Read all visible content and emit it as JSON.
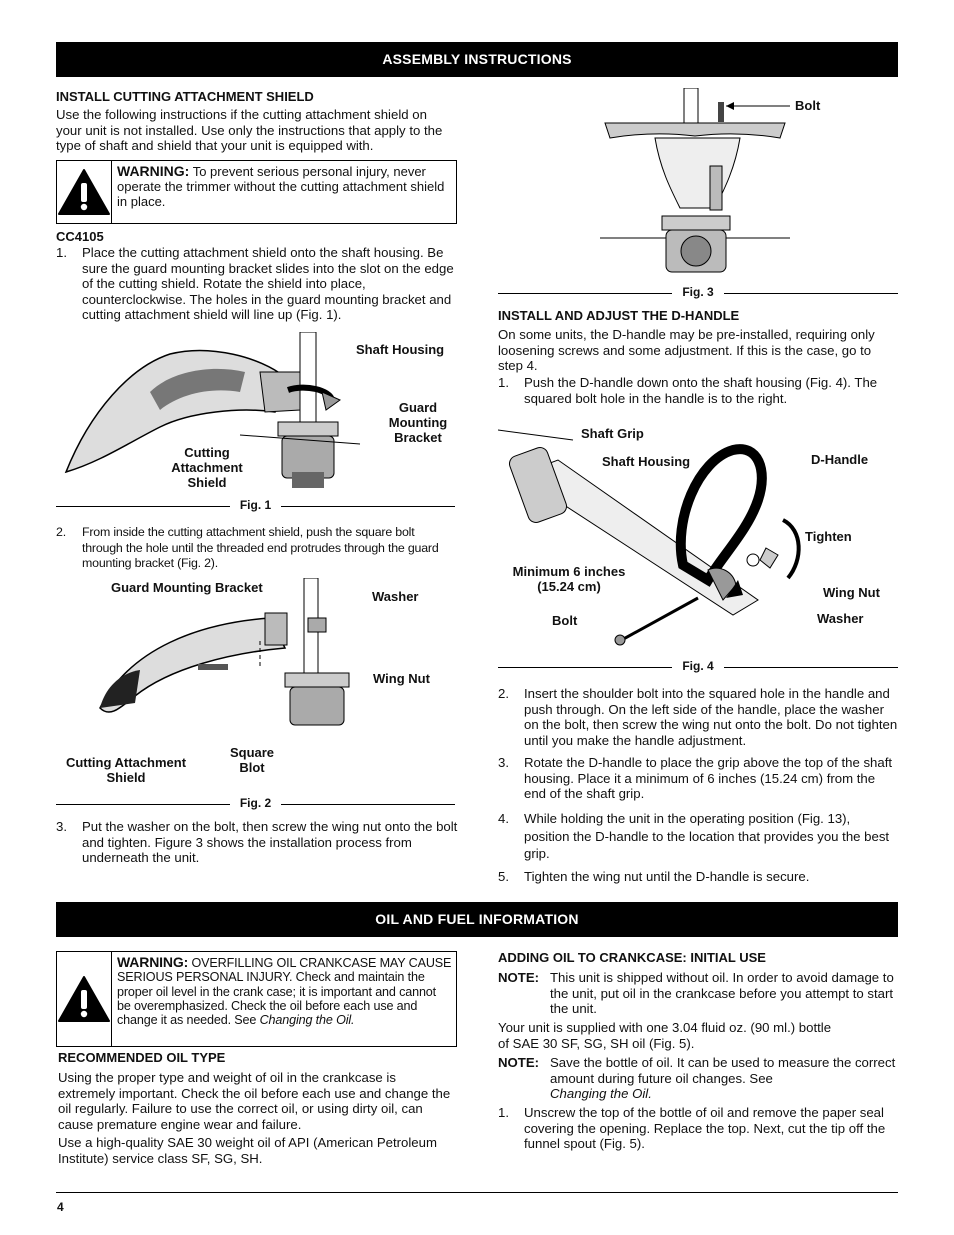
{
  "assembly_header": "ASSEMBLY INSTRUCTIONS",
  "shield": {
    "heading": "INSTALL CUTTING ATTACHMENT SHIELD",
    "intro": "Use the following instructions if the cutting attachment shield on your unit is not installed. Use only the instructions that apply to the type of shaft and shield that your unit is equipped with.",
    "warning_label": "WARNING:",
    "warning_text": "To prevent serious personal injury, never operate the trimmer without the cutting attachment shield in place.",
    "model": "CC4105",
    "steps": [
      {
        "num": "1.",
        "text": "Place the cutting attachment shield onto the shaft housing. Be sure the guard mounting bracket slides into the slot on the edge of the cutting shield. Rotate the shield into place, counterclockwise. The holes in the guard mounting bracket and cutting attachment shield will line up (Fig. 1)."
      },
      {
        "num": "2.",
        "text": "From inside the cutting attachment shield, push the square bolt through the hole until the threaded end protrudes through the guard mounting bracket (Fig. 2)."
      },
      {
        "num": "3.",
        "text": "Put the washer on the bolt, then screw the wing nut onto the bolt and tighten. Figure 3 shows the installation process from underneath the unit."
      }
    ]
  },
  "fig1": {
    "caption": "Fig. 1",
    "shaft_housing": "Shaft Housing",
    "bracket": [
      "Guard",
      "Mounting",
      "Bracket"
    ],
    "shield": [
      "Cutting",
      "Attachment",
      "Shield"
    ]
  },
  "fig2": {
    "caption": "Fig. 2",
    "bracket": "Guard Mounting Bracket",
    "washer": "Washer",
    "wing_nut": "Wing Nut",
    "shield": [
      "Cutting Attachment",
      "Shield"
    ],
    "square_bolt": [
      "Square",
      "Blot"
    ]
  },
  "fig3": {
    "caption": "Fig. 3",
    "bolt": "Bolt"
  },
  "dhandle": {
    "heading": "INSTALL AND ADJUST THE D-HANDLE",
    "intro": "On some units, the D-handle may be pre-installed, requiring only loosening screws and some adjustment. If this is the case, go to step 4.",
    "steps": [
      {
        "num": "1.",
        "text": "Push the D-handle down onto the shaft housing (Fig. 4). The squared bolt hole in the handle is to the right."
      },
      {
        "num": "2.",
        "text": "Insert the shoulder bolt into the squared hole in the handle and push through. On the left side of the handle, place the washer on the bolt, then screw the wing nut onto the bolt. Do not tighten until you make the handle adjustment."
      },
      {
        "num": "3.",
        "text": "Rotate the D-handle to place the grip above the top of the shaft housing. Place it a minimum of 6 inches (15.24 cm) from the end of the shaft grip."
      },
      {
        "num": "4.",
        "text": "While holding the unit in the operating position (Fig. 13), position the D-handle to the location that provides you the best grip."
      },
      {
        "num": "5.",
        "text": "Tighten the wing nut until the D-handle is secure."
      }
    ]
  },
  "fig4": {
    "caption": "Fig. 4",
    "shaft_grip": "Shaft Grip",
    "shaft_housing": "Shaft Housing",
    "d_handle": "D-Handle",
    "tighten": "Tighten",
    "minimum": [
      "Minimum 6 inches",
      "(15.24 cm)"
    ],
    "wing_nut": "Wing Nut",
    "bolt": "Bolt",
    "washer": "Washer"
  },
  "oil_header": "OIL AND FUEL INFORMATION",
  "oil": {
    "warning_label": "WARNING:",
    "warning_lead": "OVERFILLING OIL CRANKCASE",
    "warning_text": "MAY CAUSE SERIOUS PERSONAL INJURY. Check and maintain the proper oil level in the crank case; it is important and cannot be overemphasized. Check the oil before each use and change it as needed. See",
    "warning_ref": "Changing the Oil.",
    "rec_heading": "RECOMMENDED OIL TYPE",
    "rec_p1": "Using the proper type and weight of oil in the crankcase is extremely important. Check the oil before each use and change the oil regularly. Failure to use the correct oil, or using dirty oil, can cause premature engine wear and failure.",
    "rec_p2": "Use a high-quality SAE 30 weight oil of API (American Petroleum Institute) service class SF, SG, SH.",
    "add_heading": "ADDING OIL TO CRANKCASE: INITIAL USE",
    "note_label": "NOTE:",
    "note1": "This unit is shipped without oil. In order to avoid damage to the unit, put oil in the crankcase before you attempt to start the unit.",
    "supplied": "Your unit is supplied with one 3.04 fluid oz. (90 ml.) bottle of SAE 30 SF, SG, SH oil (Fig. 5).",
    "note2": "Save the bottle of oil. It can be used to measure the correct amount during future oil changes. See",
    "note2_ref": "Changing the Oil.",
    "step1_num": "1.",
    "step1": "Unscrew the top of the bottle of oil and remove the paper seal covering the opening. Replace the top. Next, cut the tip off the funnel spout (Fig. 5)."
  },
  "page_number": "4"
}
